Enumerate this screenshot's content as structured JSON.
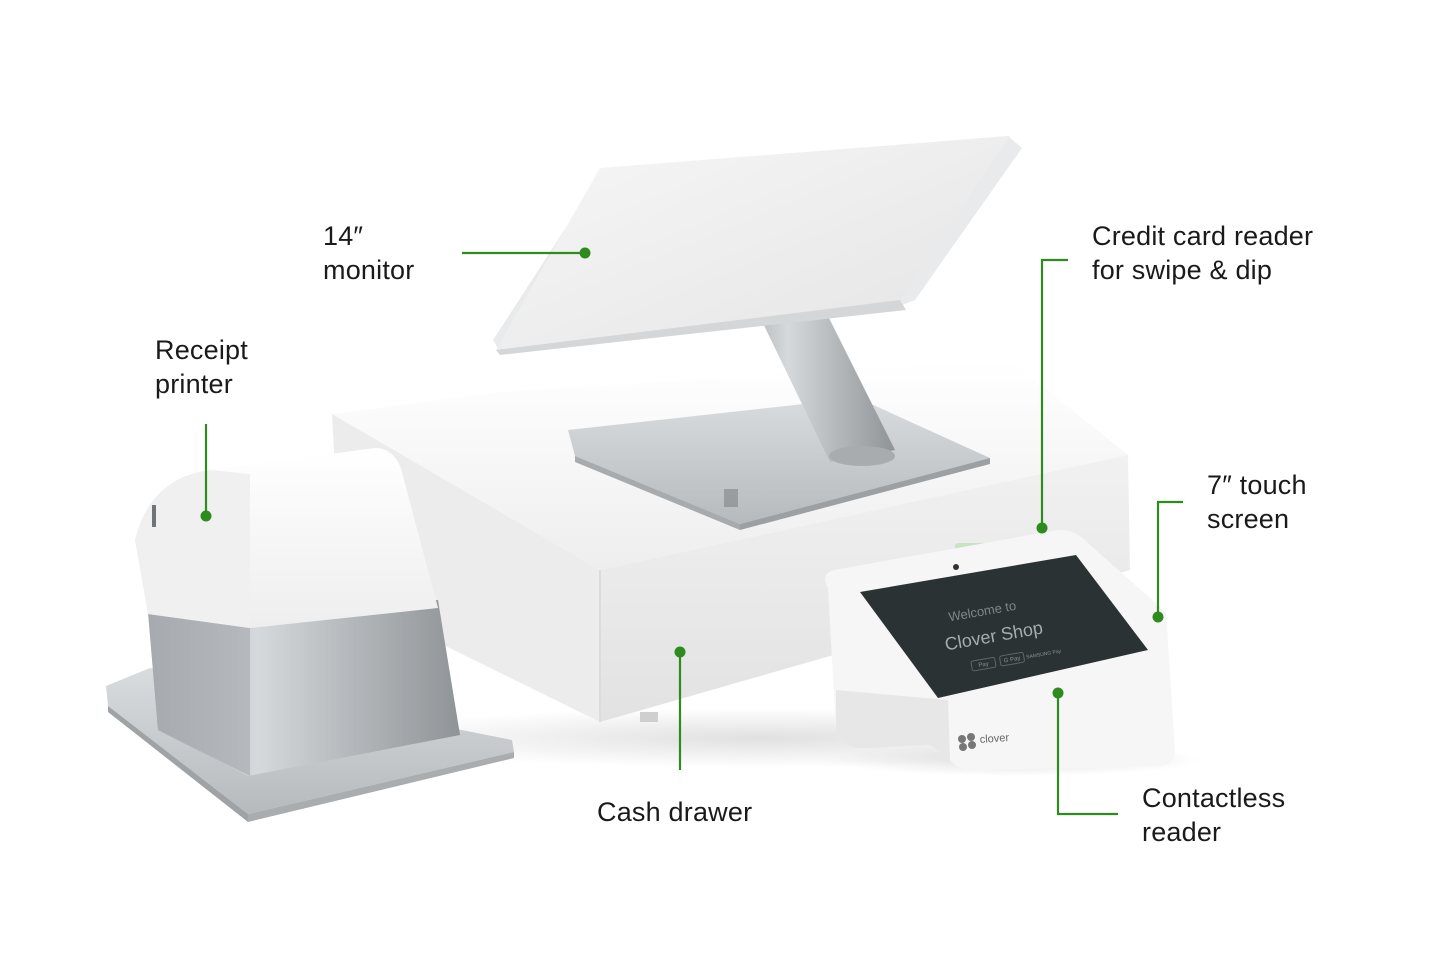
{
  "callouts": {
    "monitor": {
      "line1": "14″",
      "line2": "monitor"
    },
    "receipt_printer": {
      "line1": "Receipt",
      "line2": "printer"
    },
    "card_reader": {
      "line1": "Credit card reader",
      "line2": "for swipe & dip"
    },
    "touch_screen": {
      "line1": "7″ touch",
      "line2": "screen"
    },
    "cash_drawer": {
      "line1": "Cash drawer"
    },
    "contactless": {
      "line1": "Contactless",
      "line2": "reader"
    }
  },
  "device_screen": {
    "welcome": "Welcome to",
    "shop_name": "Clover Shop",
    "payment_badges": [
      "Pay",
      "G Pay",
      "SAMSUNG Pay"
    ],
    "brand": "clover"
  },
  "colors": {
    "callout_accent": "#2e8b1e",
    "screen_bg": "#2b3233",
    "metal": "#b9bdc0",
    "device_white": "#f3f3f3"
  }
}
